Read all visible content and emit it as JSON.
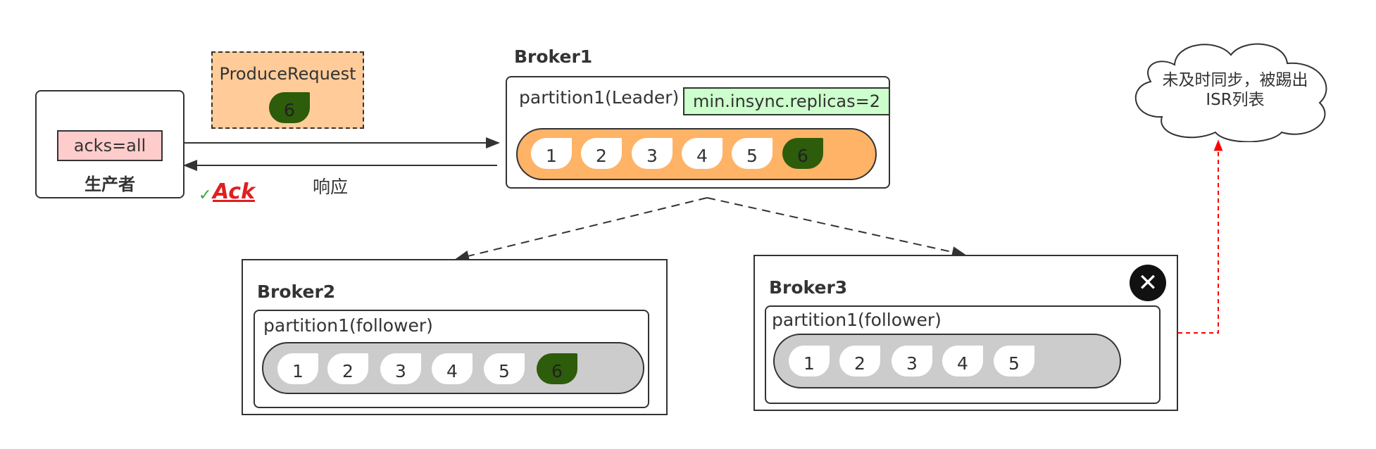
{
  "producer": {
    "title": "生产者",
    "acks": "acks=all",
    "ack_stamp": "Ack"
  },
  "request": {
    "label": "ProduceRequest",
    "message": "6"
  },
  "response_label": "响应",
  "broker1": {
    "title": "Broker1",
    "partition": "partition1(Leader)",
    "min_isr": "min.insync.replicas=2",
    "messages": [
      "1",
      "2",
      "3",
      "4",
      "5",
      "6"
    ]
  },
  "broker2": {
    "title": "Broker2",
    "partition": "partition1(follower)",
    "messages": [
      "1",
      "2",
      "3",
      "4",
      "5",
      "6"
    ]
  },
  "broker3": {
    "title": "Broker3",
    "partition": "partition1(follower)",
    "messages": [
      "1",
      "2",
      "3",
      "4",
      "5"
    ]
  },
  "cloud": {
    "line1": "未及时同步，被踢出",
    "line2": "ISR列表"
  },
  "colors": {
    "leader_log": "#ffb366",
    "follower_log": "#cccccc",
    "new_message": "#2d5c0b",
    "request_box": "#ffcc99",
    "acks_box": "#ffcccc",
    "min_isr_box": "#ccffcc",
    "evict_arrow": "#ff0000"
  }
}
